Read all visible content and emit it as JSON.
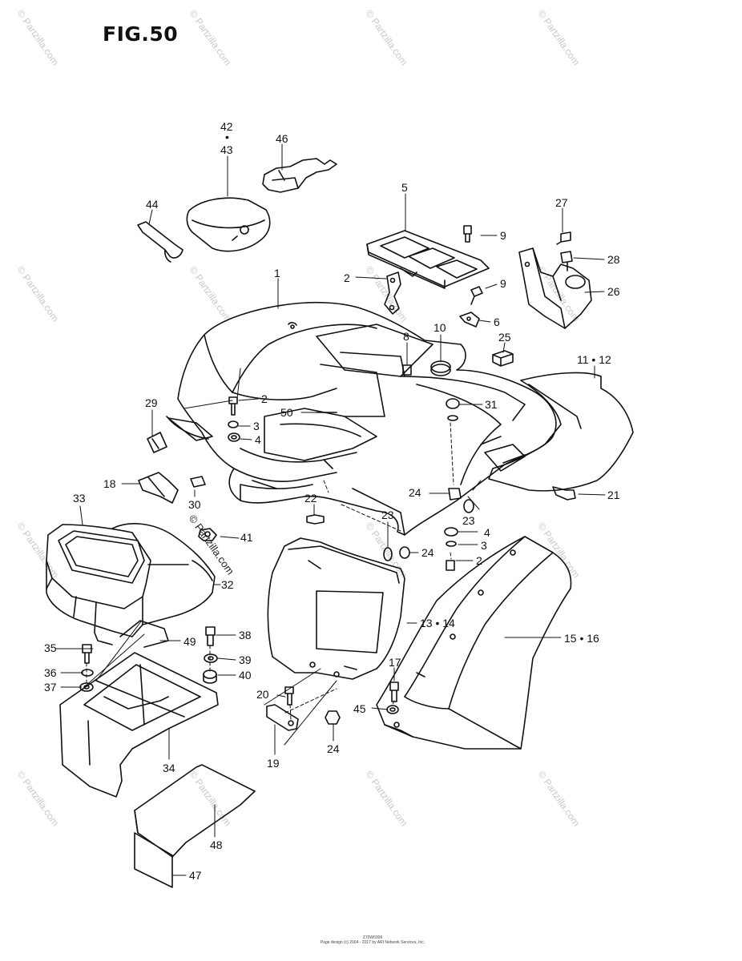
{
  "figure": {
    "title": "FIG.50"
  },
  "watermark": {
    "text": "© Partzilla.com"
  },
  "footer": {
    "line1": "Z70W0306",
    "line2": "Page design (c) 2004 - 2017 by ARI Network Services, Inc."
  },
  "callouts": [
    "1",
    "2",
    "2",
    "2",
    "3",
    "3",
    "4",
    "4",
    "5",
    "6",
    "8",
    "9",
    "9",
    "10",
    "11 • 12",
    "13 • 14",
    "15 • 16",
    "17",
    "18",
    "19",
    "20",
    "21",
    "22",
    "23",
    "23",
    "24",
    "24",
    "24",
    "25",
    "26",
    "27",
    "28",
    "29",
    "30",
    "31",
    "32",
    "33",
    "34",
    "35",
    "36",
    "37",
    "38",
    "39",
    "40",
    "41",
    "42",
    "•",
    "43",
    "44",
    "45",
    "46",
    "47",
    "48",
    "49",
    "50"
  ]
}
